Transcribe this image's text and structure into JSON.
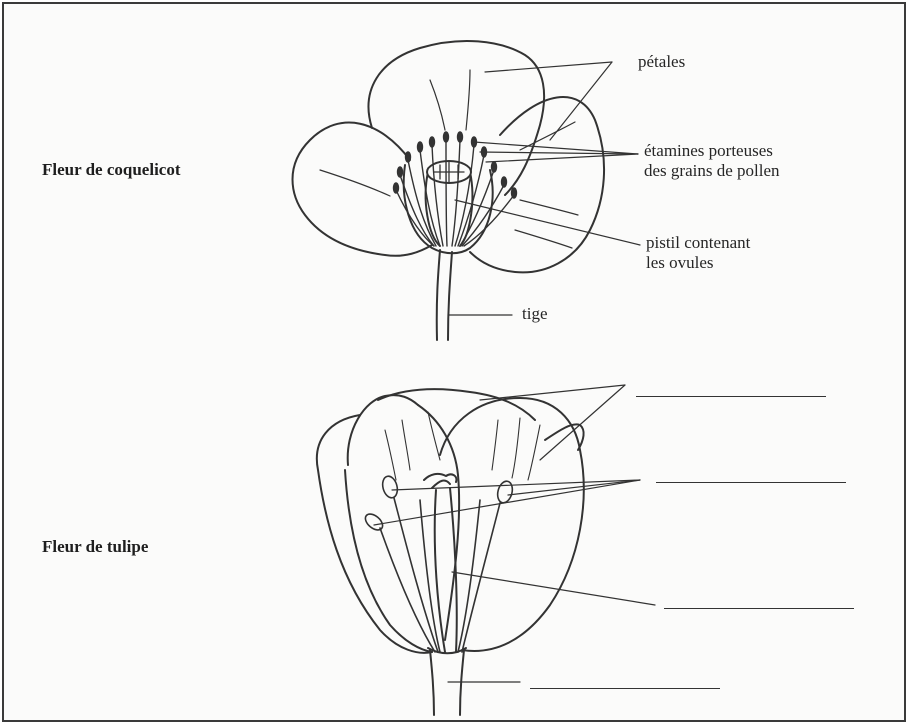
{
  "poppy": {
    "title": "Fleur de coquelicot",
    "labels": {
      "petals": "pétales",
      "stamens_line1": "étamines porteuses",
      "stamens_line2": "des grains de pollen",
      "pistil_line1": "pistil contenant",
      "pistil_line2": "les ovules",
      "stem": "tige"
    }
  },
  "tulip": {
    "title": "Fleur de tulipe",
    "blank_label_count": 4
  },
  "colors": {
    "ink": "#333333",
    "border": "#3a3a3a",
    "background": "#fbfbfa"
  }
}
